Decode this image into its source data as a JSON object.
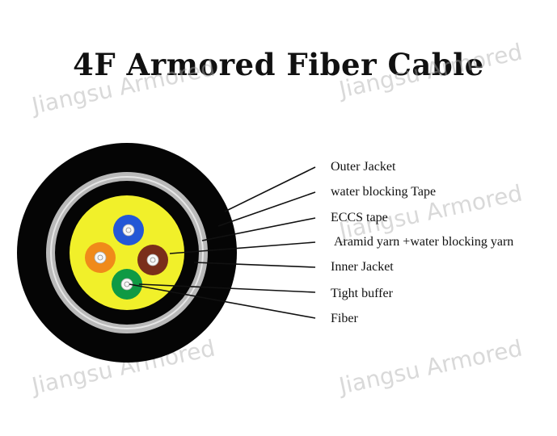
{
  "title": "4F Armored Fiber Cable",
  "watermark": "Jiangsu Armored",
  "labels": [
    "Outer Jacket",
    "water blocking Tape",
    "ECCS tape",
    "Aramid yarn +water blocking yarn",
    "Inner Jacket",
    "Tight buffer",
    "Fiber"
  ],
  "colors": {
    "outer_jacket": "#050505",
    "tape": "#b9b9b9",
    "aramid": "#f1f02a",
    "fiber_blue": "#2457d6",
    "fiber_orange": "#f08a1a",
    "fiber_brown": "#7a2e1a",
    "fiber_green": "#0f9a44"
  }
}
